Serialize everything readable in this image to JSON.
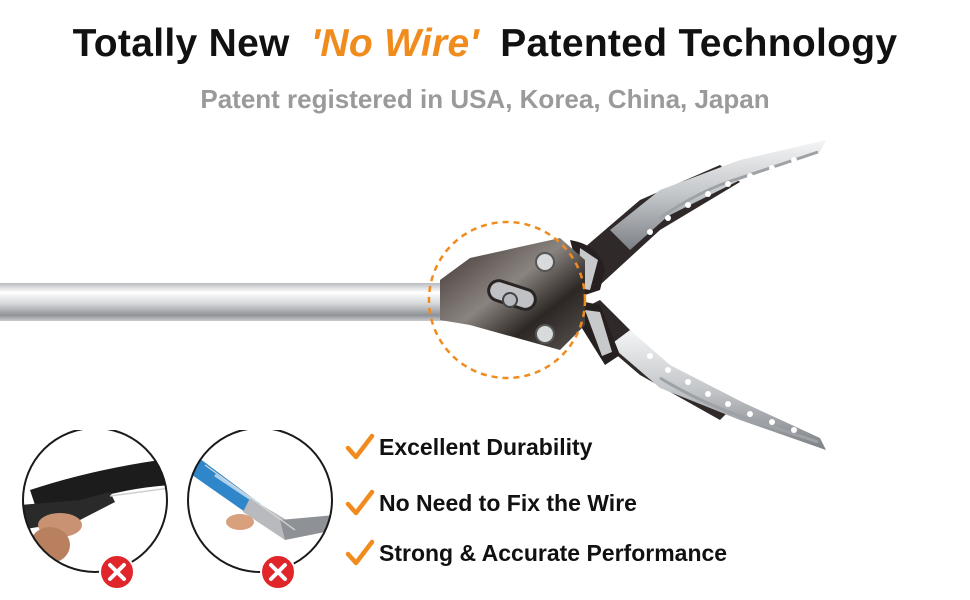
{
  "headline": {
    "prefix": "Totally New",
    "accent": "'No Wire'",
    "suffix": "Patented Technology"
  },
  "subheadline": "Patent registered in USA, Korea, China, Japan",
  "features": [
    {
      "icon": "check-icon",
      "label": "Excellent Durability"
    },
    {
      "icon": "check-icon",
      "label": "No Need to Fix the Wire"
    },
    {
      "icon": "check-icon",
      "label": "Strong & Accurate Performance"
    }
  ],
  "comparison_images": [
    {
      "subject": "black handle with wire",
      "badge": "x-mark-icon"
    },
    {
      "subject": "blue grabber with wire",
      "badge": "x-mark-icon"
    }
  ],
  "colors": {
    "accent": "#f08c1e",
    "headline": "#111111",
    "subheadline": "#9a9a9a",
    "reject_badge": "#e0252b"
  }
}
